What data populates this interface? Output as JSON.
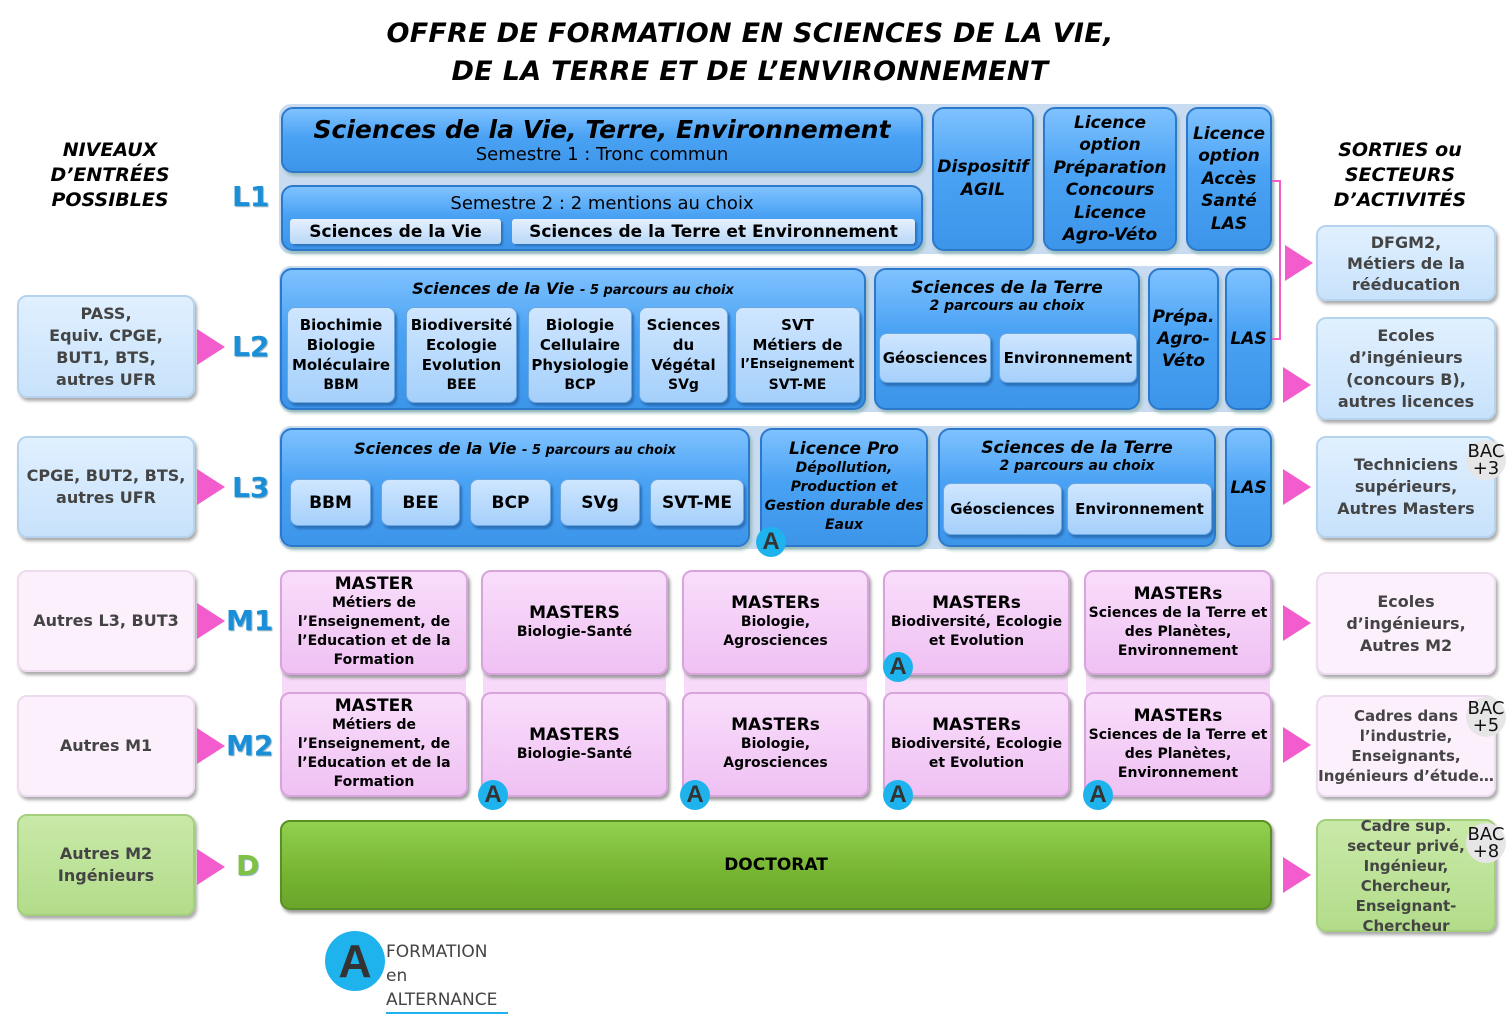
{
  "title": {
    "line1": "OFFRE DE FORMATION EN SCIENCES DE LA VIE,",
    "line2": "DE LA TERRE ET DE L’ENVIRONNEMENT"
  },
  "headers": {
    "left": [
      "NIVEAUX",
      "D’ENTRÉES",
      "POSSIBLES"
    ],
    "right": [
      "SORTIES ou",
      "SECTEURS",
      "D’ACTIVITÉS"
    ]
  },
  "levels": {
    "L1": "L1",
    "L2": "L2",
    "L3": "L3",
    "M1": "M1",
    "M2": "M2",
    "D": "D"
  },
  "entries": {
    "l2": [
      "PASS,",
      "Equiv. CPGE,",
      "BUT1, BTS,",
      "autres UFR"
    ],
    "l3": [
      "CPGE, BUT2, BTS,",
      "autres UFR"
    ],
    "m1": "Autres L3, BUT3",
    "m2": "Autres M1",
    "d": [
      "Autres M2",
      "Ingénieurs"
    ]
  },
  "l1": {
    "main_title": "Sciences de la Vie, Terre, Environnement",
    "sem1": "Semestre 1 : Tronc commun",
    "sem2": "Semestre 2 : 2 mentions au choix",
    "mentions": [
      "Sciences de la Vie",
      "Sciences de la Terre et Environnement"
    ],
    "agil": [
      "Dispositif",
      "AGIL"
    ],
    "prep": [
      "Licence",
      "option",
      "Préparation",
      "Concours",
      "Licence",
      "Agro-Véto"
    ],
    "las": [
      "Licence",
      "option",
      "Accès",
      "Santé",
      "LAS"
    ]
  },
  "l2": {
    "sv_title": "Sciences de la Vie",
    "sv_sub": "- 5 parcours au choix",
    "parcours": [
      [
        "Biochimie",
        "Biologie",
        "Moléculaire",
        "BBM"
      ],
      [
        "Biodiversité",
        "Ecologie",
        "Evolution",
        "BEE"
      ],
      [
        "Biologie",
        "Cellulaire",
        "Physiologie",
        "BCP"
      ],
      [
        "Sciences",
        "du",
        "Végétal",
        "SVg"
      ],
      [
        "SVT",
        "Métiers de",
        "l’Enseignement",
        "SVT-ME"
      ]
    ],
    "st_title": "Sciences de la Terre",
    "st_sub": "2 parcours au choix",
    "st_parcours": [
      "Géosciences",
      "Environnement"
    ],
    "prepa": [
      "Prépa.",
      "Agro-",
      "Véto"
    ],
    "las": "LAS"
  },
  "l3": {
    "sv_title": "Sciences de la Vie",
    "sv_sub": "- 5 parcours au choix",
    "parcours": [
      "BBM",
      "BEE",
      "BCP",
      "SVg",
      "SVT-ME"
    ],
    "lpro_title": "Licence Pro",
    "lpro": [
      "Dépollution,",
      "Production et",
      "Gestion durable des",
      "Eaux"
    ],
    "st_title": "Sciences de la Terre",
    "st_sub": "2 parcours au choix",
    "st_parcours": [
      "Géosciences",
      "Environnement"
    ],
    "las": "LAS"
  },
  "masters": [
    {
      "title": "MASTER",
      "desc": [
        "Métiers de",
        "l’Enseignement, de",
        "l’Education et de la",
        "Formation"
      ]
    },
    {
      "title": "MASTERS",
      "desc": [
        "Biologie-Santé"
      ]
    },
    {
      "title": "MASTERs",
      "desc": [
        "Biologie,",
        "Agrosciences"
      ]
    },
    {
      "title": "MASTERs",
      "desc": [
        "Biodiversité, Ecologie",
        "et Evolution"
      ]
    },
    {
      "title": "MASTERs",
      "desc": [
        "Sciences de la Terre et",
        "des Planètes,",
        "Environnement"
      ]
    }
  ],
  "doctorat": "DOCTORAT",
  "exits": {
    "dfgm2": [
      "DFGM2,",
      "Métiers de la",
      "rééducation"
    ],
    "ecoles_b": [
      "Ecoles",
      "d’ingénieurs",
      "(concours B),",
      "autres licences"
    ],
    "tech": [
      "Techniciens",
      "supérieurs,",
      "Autres Masters"
    ],
    "ecoles": [
      "Ecoles",
      "d’ingénieurs,",
      "Autres M2"
    ],
    "cadres": [
      "Cadres dans",
      "l’industrie,",
      "Enseignants,",
      "Ingénieurs d’étude…"
    ],
    "cadre_sup": [
      "Cadre sup.",
      "secteur privé,",
      "Ingénieur, Chercheur,",
      "Enseignant-",
      "Chercheur"
    ]
  },
  "bac": {
    "b3": [
      "BAC",
      "+3"
    ],
    "b5": [
      "BAC",
      "+5"
    ],
    "b8": [
      "BAC",
      "+8"
    ]
  },
  "alternance": {
    "badge": "A",
    "line1": "FORMATION en",
    "line2": "ALTERNANCE"
  },
  "colors": {
    "blue": "#4aa2f4",
    "pink_arrow": "#f25ccd",
    "master": "#f3c9f6",
    "green": "#7ec143",
    "badge": "#1fb3ee"
  }
}
